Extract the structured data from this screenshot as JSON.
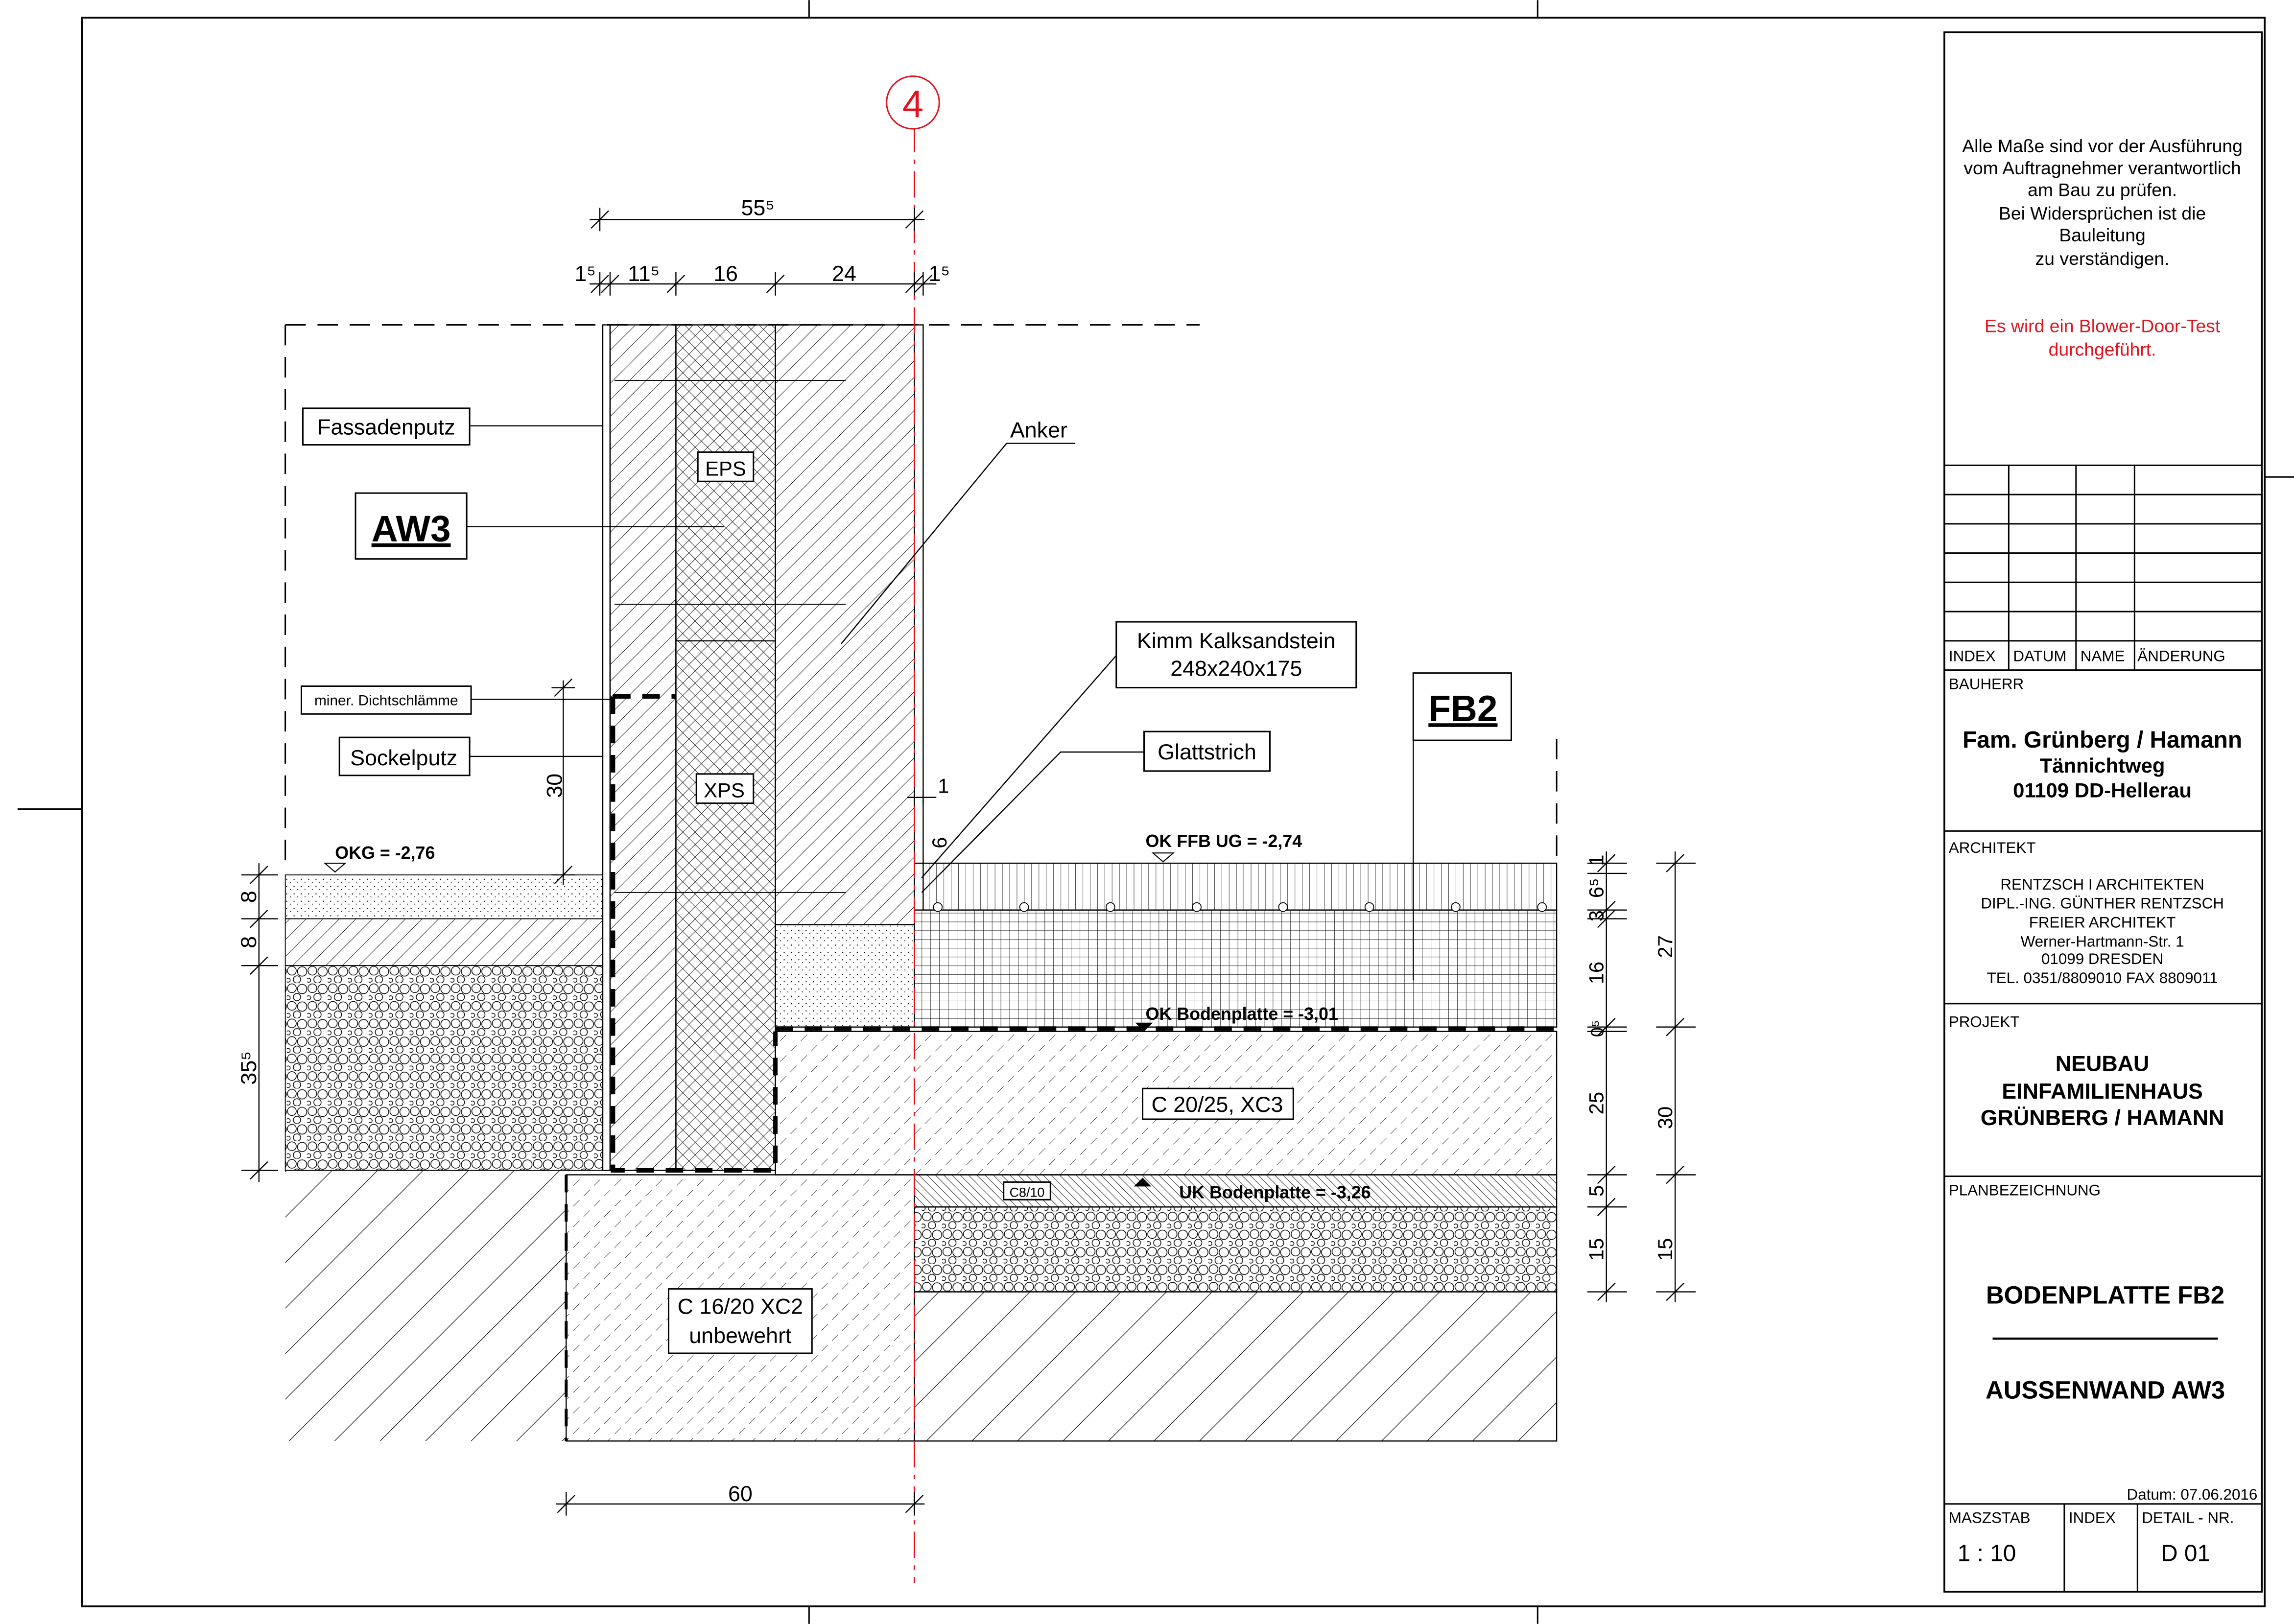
{
  "axis": {
    "label": "4",
    "color": "#e0141e"
  },
  "colors": {
    "note_red": "#e0141e",
    "line": "#000000"
  },
  "labels": {
    "fassadenputz": "Fassadenputz",
    "aw3": "AW3",
    "dichtschlaemme": "miner. Dichtschlämme",
    "sockelputz": "Sockelputz",
    "eps": "EPS",
    "xps": "XPS",
    "anker": "Anker",
    "kimm_line1": "Kimm Kalksandstein",
    "kimm_line2": "248x240x175",
    "glattstrich": "Glattstrich",
    "fb2": "FB2",
    "c2025": "C 20/25, XC3",
    "c1620_line1": "C 16/20 XC2",
    "c1620_line2": "unbewehrt",
    "c810": "C8/10"
  },
  "levels": {
    "okg": "OKG = -2,76",
    "ok_ffb": "OK FFB UG = -2,74",
    "ok_bodenplatte": "OK Bodenplatte = -3,01",
    "uk_bodenplatte": "UK Bodenplatte = -3,26"
  },
  "dimensions": {
    "top_total": "55⁵",
    "top": [
      "1⁵",
      "11⁵",
      "16",
      "24",
      "1⁵"
    ],
    "bottom": "60",
    "left_30": "30",
    "left": [
      "8",
      "8",
      "35⁵"
    ],
    "right_inner": [
      "1",
      "6⁵",
      "3",
      "16",
      "0⁵",
      "25",
      "5",
      "15"
    ],
    "right_outer": [
      "27",
      "30",
      "15"
    ],
    "plaster_1": "1",
    "plaster_6": "6"
  },
  "title_block": {
    "note": [
      "Alle Maße sind vor der Ausführung",
      "vom Auftragnehmer verantwortlich",
      "am Bau zu prüfen.",
      "Bei Widersprüchen ist die",
      "Bauleitung",
      "zu verständigen."
    ],
    "note_red": [
      "Es wird ein Blower-Door-Test",
      "durchgeführt."
    ],
    "revision_headers": [
      "INDEX",
      "DATUM",
      "NAME",
      "ÄNDERUNG"
    ],
    "bauherr_label": "BAUHERR",
    "bauherr": [
      "Fam. Grünberg / Hamann",
      "Tännichtweg",
      "01109 DD-Hellerau"
    ],
    "architekt_label": "ARCHITEKT",
    "architekt": [
      "RENTZSCH I ARCHITEKTEN",
      "DIPL.-ING. GÜNTHER RENTZSCH",
      "FREIER ARCHITEKT",
      "Werner-Hartmann-Str. 1",
      "01099 DRESDEN",
      "TEL. 0351/8809010 FAX 8809011"
    ],
    "projekt_label": "PROJEKT",
    "projekt": [
      "NEUBAU",
      "EINFAMILIENHAUS",
      "GRÜNBERG / HAMANN"
    ],
    "planbezeichnung_label": "PLANBEZEICHNUNG",
    "plan_title_1": "BODENPLATTE FB2",
    "plan_title_2": "AUSSENWAND AW3",
    "datum": "Datum: 07.06.2016",
    "massstab_label": "MASZSTAB",
    "massstab": "1 : 10",
    "index_label": "INDEX",
    "detail_label": "DETAIL - NR.",
    "detail": "D 01"
  }
}
